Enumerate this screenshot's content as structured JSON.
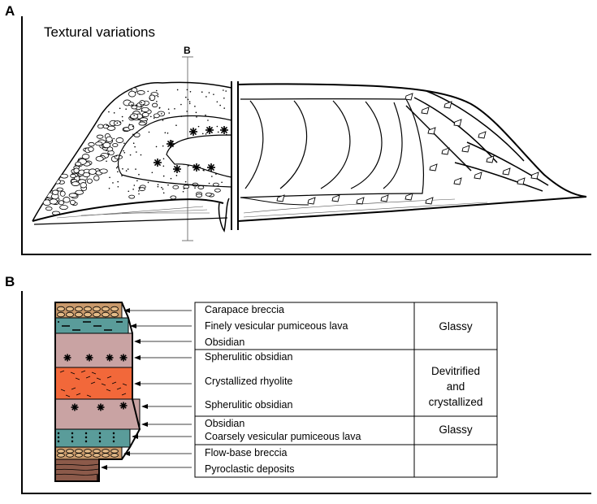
{
  "panel_a": {
    "letter": "A",
    "title": "Textural variations",
    "section_marker": "B"
  },
  "panel_b": {
    "letter": "B",
    "layers": [
      {
        "label": "Carapace breccia",
        "color": "#c9996b"
      },
      {
        "label": "Finely vesicular pumiceous lava",
        "color": "#5a9c9a"
      },
      {
        "label": "Obsidian",
        "color": "#c9a3a3"
      },
      {
        "label": "Spherulitic obsidian",
        "color": "#c9a3a3"
      },
      {
        "label": "Crystallized rhyolite",
        "color": "#f2683a"
      },
      {
        "label": "Spherulitic obsidian",
        "color": "#c9a3a3"
      },
      {
        "label": "Obsidian",
        "color": "#c9a3a3"
      },
      {
        "label": "Coarsely vesicular pumiceous lava",
        "color": "#5a9c9a"
      },
      {
        "label": "Flow-base breccia",
        "color": "#c9996b"
      },
      {
        "label": "Pyroclastic deposits",
        "color": "#8c5a4a"
      }
    ],
    "classes": [
      {
        "lines": [
          "Glassy"
        ]
      },
      {
        "lines": [
          "Devitrified",
          "and",
          "crystallized"
        ]
      },
      {
        "lines": [
          "Glassy"
        ]
      }
    ]
  }
}
